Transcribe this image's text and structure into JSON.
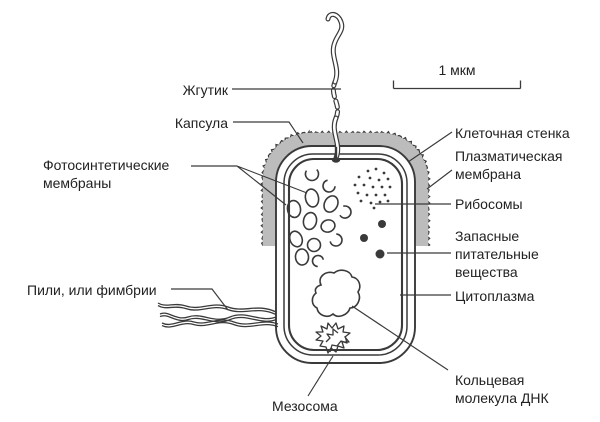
{
  "diagram": {
    "scale_bar": {
      "label": "1 мкм"
    },
    "labels": {
      "flagellum": "Жгутик",
      "capsule": "Капсула",
      "photosynthetic_membranes": [
        "Фотосинтетические",
        "мембраны"
      ],
      "pili": "Пили, или фимбрии",
      "mesosome": "Мезосома",
      "cell_wall": "Клеточная стенка",
      "plasma_membrane": [
        "Плазматическая",
        "мембрана"
      ],
      "ribosomes": "Рибосомы",
      "storage_nutrients": [
        "Запасные",
        "питательные",
        "вещества"
      ],
      "cytoplasm": "Цитоплазма",
      "circular_dna": [
        "Кольцевая",
        "молекула ДНК"
      ]
    },
    "colors": {
      "capsule_fill": "#bcbcbc",
      "outline": "#3a3a3a",
      "text": "#222222",
      "background": "#ffffff"
    }
  }
}
